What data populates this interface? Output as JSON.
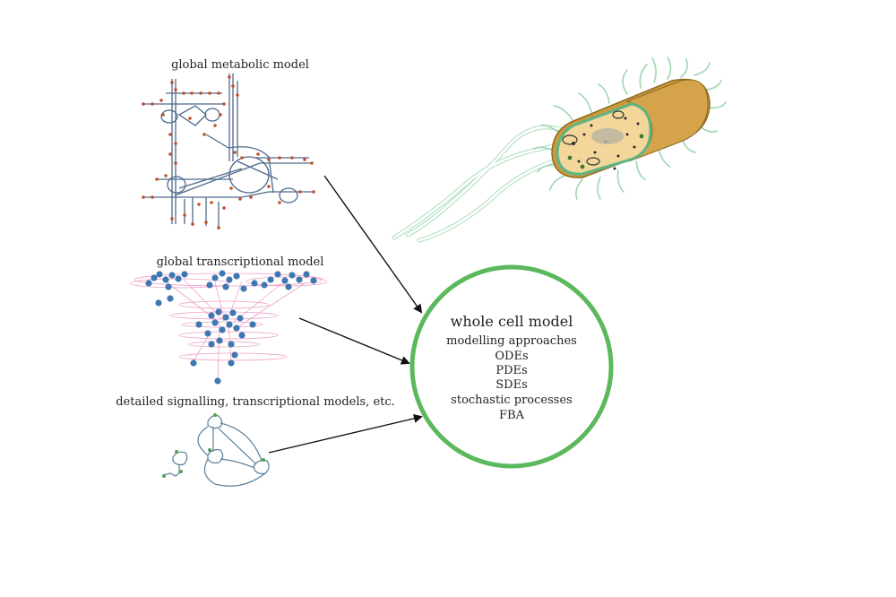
{
  "panels": {
    "metabolic": {
      "label": "global metabolic model"
    },
    "transcriptional": {
      "label": "global transcriptional model"
    },
    "signalling": {
      "label": "detailed signalling, transcriptional models, etc."
    }
  },
  "whole_cell": {
    "title": "whole cell model",
    "lines": [
      "modelling approaches",
      "ODEs",
      "PDEs",
      "SDEs",
      "stochastic processes",
      "FBA"
    ]
  },
  "colors": {
    "circle": "#5cb85c",
    "metabolic_edge": "#4d6a8c",
    "metabolite": "#c0502a",
    "tx_node": "#3f78b0",
    "tx_edge": "#e889b8",
    "sig_edge": "#5a7f9a",
    "bacterium_body": "#e6b85e",
    "flagella": "#b9e3c7"
  },
  "icons": [
    "bacterium-illustration",
    "arrow-icon"
  ]
}
